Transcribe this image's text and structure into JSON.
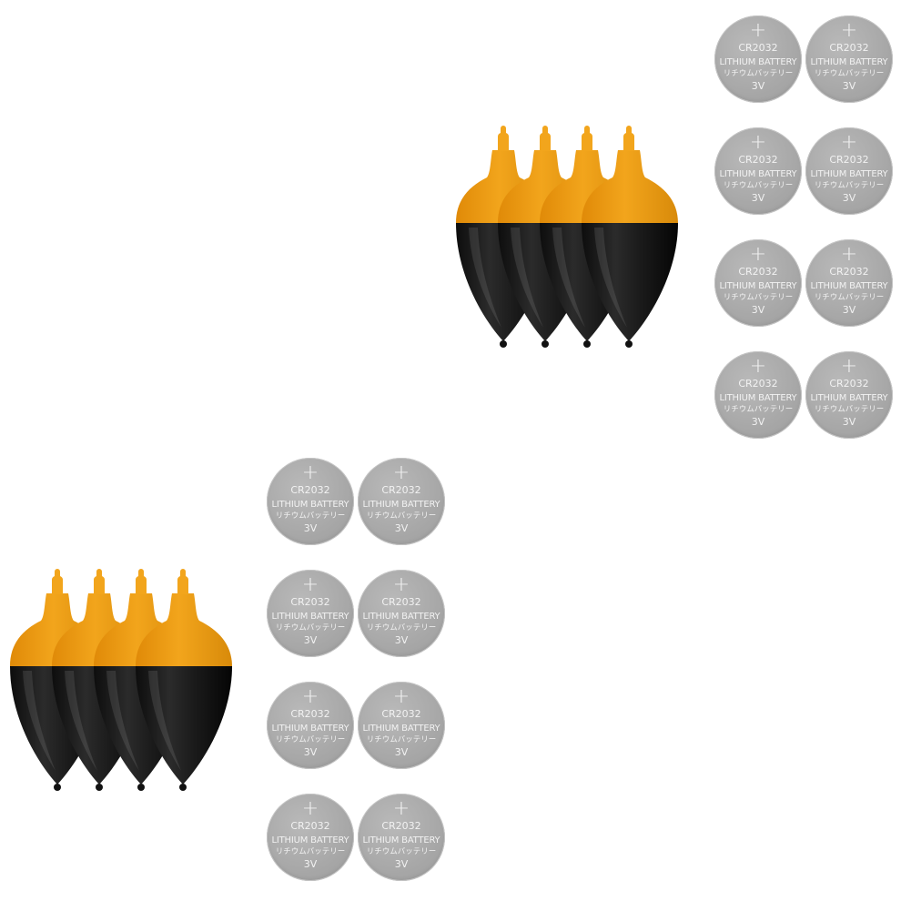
{
  "battery": {
    "plus": "+",
    "model": "CR2032",
    "type": "LITHIUM BATTERY",
    "japanese": "リチウムバッテリー",
    "voltage": "3V"
  },
  "colors": {
    "float_top": "#f2a51c",
    "float_bottom": "#1b1b1b",
    "battery": "#aaaaaa",
    "background": "#ffffff"
  },
  "sets": {
    "float_count_per_set": 4,
    "battery_count_per_set": 8
  }
}
